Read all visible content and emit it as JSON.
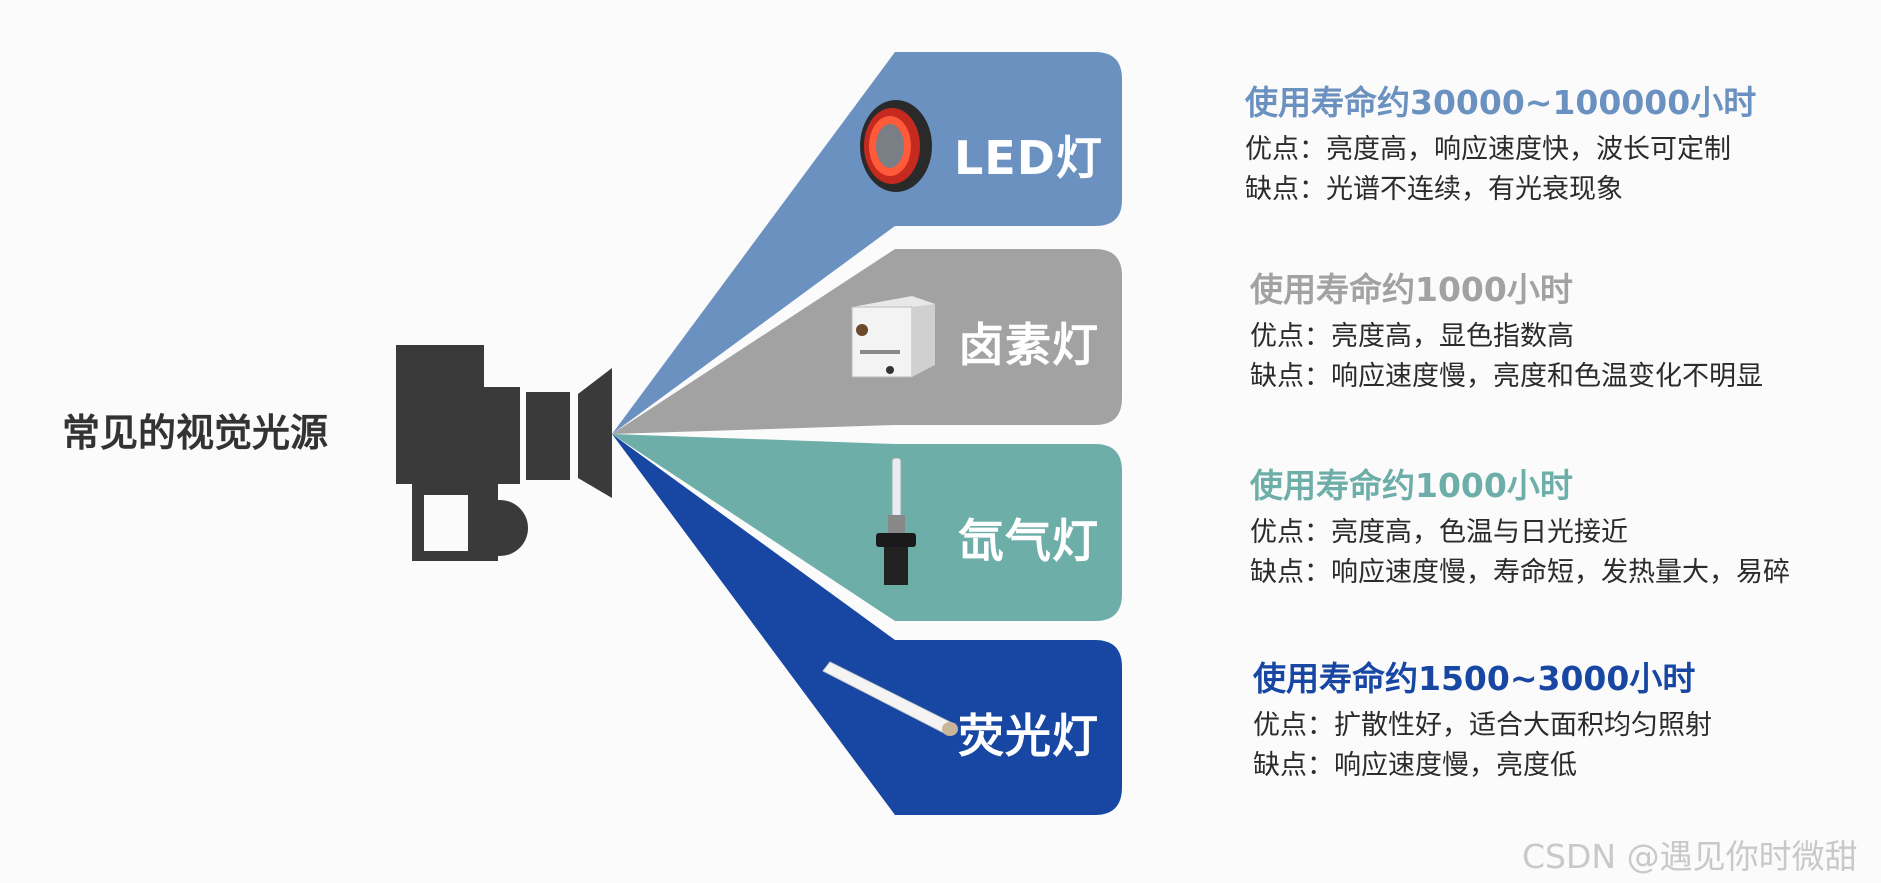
{
  "title": "常见的视觉光源",
  "lamps": [
    {
      "name": "LED灯",
      "color": "#6b91c0",
      "life": "使用寿命约30000~100000小时",
      "pros": "优点：亮度高，响应速度快，波长可定制",
      "cons": "缺点：光谱不连续，有光衰现象",
      "icon": "ring-light-icon"
    },
    {
      "name": "卤素灯",
      "color": "#a2a2a2",
      "life": "使用寿命约1000小时",
      "pros": "优点：亮度高，显色指数高",
      "cons": "缺点：响应速度慢，亮度和色温变化不明显",
      "icon": "halogen-box-icon"
    },
    {
      "name": "氙气灯",
      "color": "#6eaea8",
      "life": "使用寿命约1000小时",
      "pros": "优点：亮度高，色温与日光接近",
      "cons": "缺点：响应速度慢，寿命短，发热量大，易碎",
      "icon": "xenon-bulb-icon"
    },
    {
      "name": "荧光灯",
      "color": "#1747a3",
      "life": "使用寿命约1500~3000小时",
      "pros": "优点：扩散性好，适合大面积均匀照射",
      "cons": "缺点：响应速度慢，亮度低",
      "icon": "fluorescent-tube-icon"
    }
  ],
  "watermark": "CSDN @遇见你时微甜",
  "projector_icon": "projector-icon"
}
